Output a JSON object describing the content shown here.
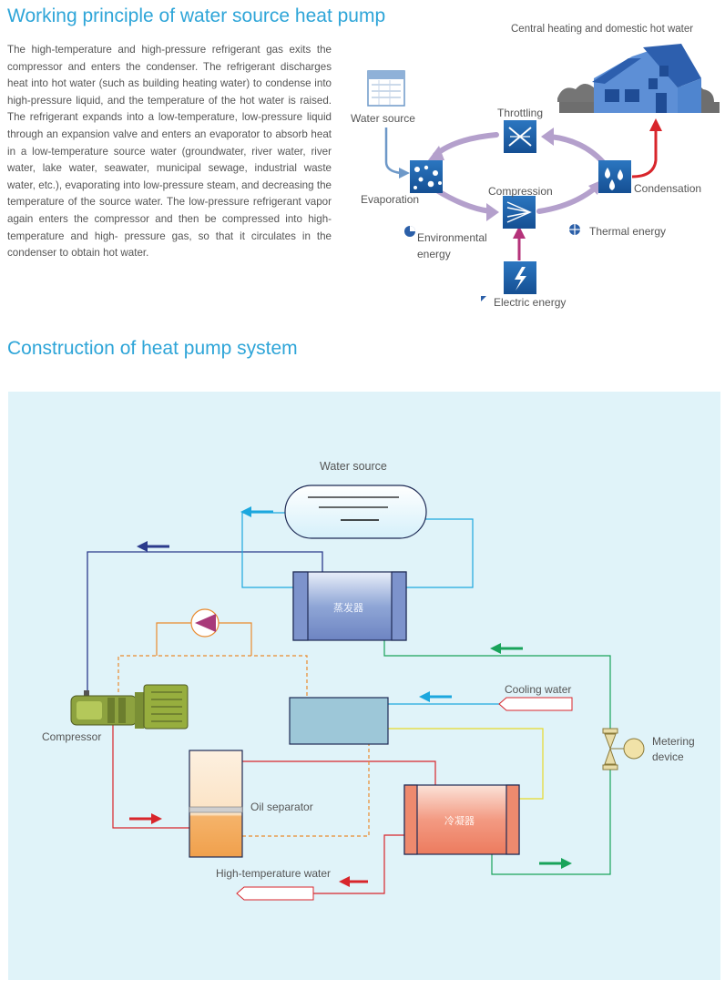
{
  "section1": {
    "title": "Working principle of water source heat pump",
    "paragraph": "The high-temperature and high-pressure refrigerant gas exits the compressor and enters the condenser. The refrigerant discharges heat into hot water (such as building heating water) to condense into high-pressure liquid, and the temperature of the hot water is raised. The refrigerant expands into a low-temperature, low-pressure liquid through an expansion valve and enters an evaporator to absorb heat in a low-temperature source water (groundwater, river water, river water, lake water, seawater, municipal sewage, industrial waste water, etc.), evaporating into low-pressure steam, and decreasing the temperature of the source water. The low-pressure refrigerant vapor again enters the compressor and then be compressed into high- temperature and high- pressure gas, so that it circulates in the condenser to obtain hot water.",
    "cycle": {
      "top_label": "Central heating and domestic hot water",
      "water_source": "Water source",
      "throttling": "Throttling",
      "evaporation": "Evaporation",
      "compression": "Compression",
      "condensation": "Condensation",
      "environmental_energy": "Environmental energy",
      "thermal_energy": "Thermal energy",
      "electric_energy": "Electric energy"
    }
  },
  "section2": {
    "title": "Construction of heat pump system",
    "labels": {
      "water_source": "Water source",
      "evaporator": "蒸发器",
      "cooling_water": "Cooling water",
      "compressor": "Compressor",
      "metering_device_1": "Metering",
      "metering_device_2": "device",
      "oil_separator": "Oil separator",
      "condenser": "冷凝器",
      "high_temperature_water": "High-temperature water"
    }
  },
  "colors": {
    "heading": "#2ea5d8",
    "cycle_arrow": "#b4a0cc",
    "panel_bg": "#e0f3f9",
    "dark_blue_line": "#2b3a8c",
    "light_blue_line": "#1ca7de",
    "green_line": "#19a35a",
    "red_line": "#d8252b",
    "orange_line": "#e98a2e",
    "yellow_line": "#e6d92c"
  }
}
